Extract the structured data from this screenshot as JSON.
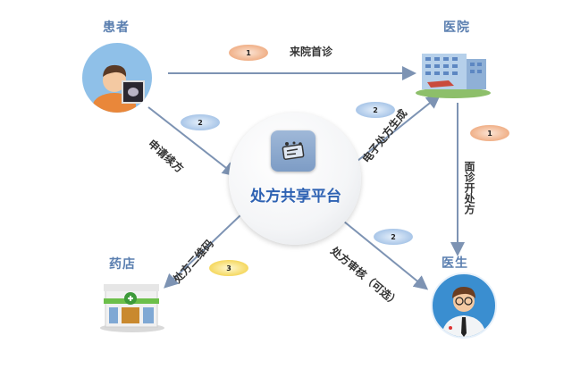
{
  "diagram": {
    "center": {
      "title": "处方共享平台",
      "icon": "prescription-cards-icon"
    },
    "nodes": {
      "patient": {
        "label": "患者",
        "icon": "patient-icon"
      },
      "hospital": {
        "label": "医院",
        "icon": "hospital-building-icon"
      },
      "doctor": {
        "label": "医生",
        "icon": "doctor-icon"
      },
      "pharmacy": {
        "label": "药店",
        "icon": "pharmacy-store-icon"
      }
    },
    "edges": [
      {
        "from": "patient",
        "to": "hospital",
        "label": "来院首诊",
        "step": "1",
        "badge_color": "orange"
      },
      {
        "from": "hospital",
        "to": "doctor",
        "label": "面诊开处方",
        "step": "1",
        "badge_color": "orange"
      },
      {
        "from": "patient",
        "to": "platform",
        "label": "申请续方",
        "step": "2",
        "badge_color": "blue"
      },
      {
        "from": "platform",
        "to": "hospital",
        "label": "电子处方生成",
        "step": "2",
        "badge_color": "blue"
      },
      {
        "from": "platform",
        "to": "doctor",
        "label": "处方审核（可选）",
        "step": "2",
        "badge_color": "blue"
      },
      {
        "from": "platform",
        "to": "pharmacy",
        "label": "处方二维码",
        "step": "3",
        "badge_color": "yellow"
      }
    ],
    "colors": {
      "node_label": "#5b7fb0",
      "center_title": "#2e62b3",
      "line": "#7d93b3",
      "badge_orange": "#f0b088",
      "badge_blue": "#a9c6e8",
      "badge_yellow": "#f5d860"
    }
  }
}
